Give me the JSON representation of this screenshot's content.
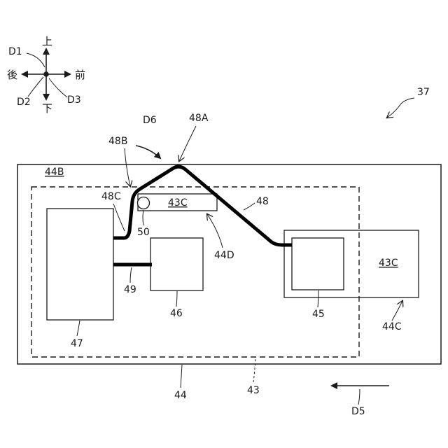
{
  "directions": {
    "up": "上",
    "down": "下",
    "back": "後",
    "front": "前",
    "d1": "D1",
    "d2": "D2",
    "d3": "D3"
  },
  "labels": {
    "l37": "37",
    "d6": "D6",
    "l48a": "48A",
    "l48b": "48B",
    "l48c": "48C",
    "l44b": "44B",
    "l43c_top": "43C",
    "l43c_right": "43C",
    "l48": "48",
    "l50": "50",
    "l44d": "44D",
    "l49": "49",
    "l46": "46",
    "l45": "45",
    "l44c": "44C",
    "l47": "47",
    "l44": "44",
    "l43": "43",
    "d5": "D5"
  }
}
